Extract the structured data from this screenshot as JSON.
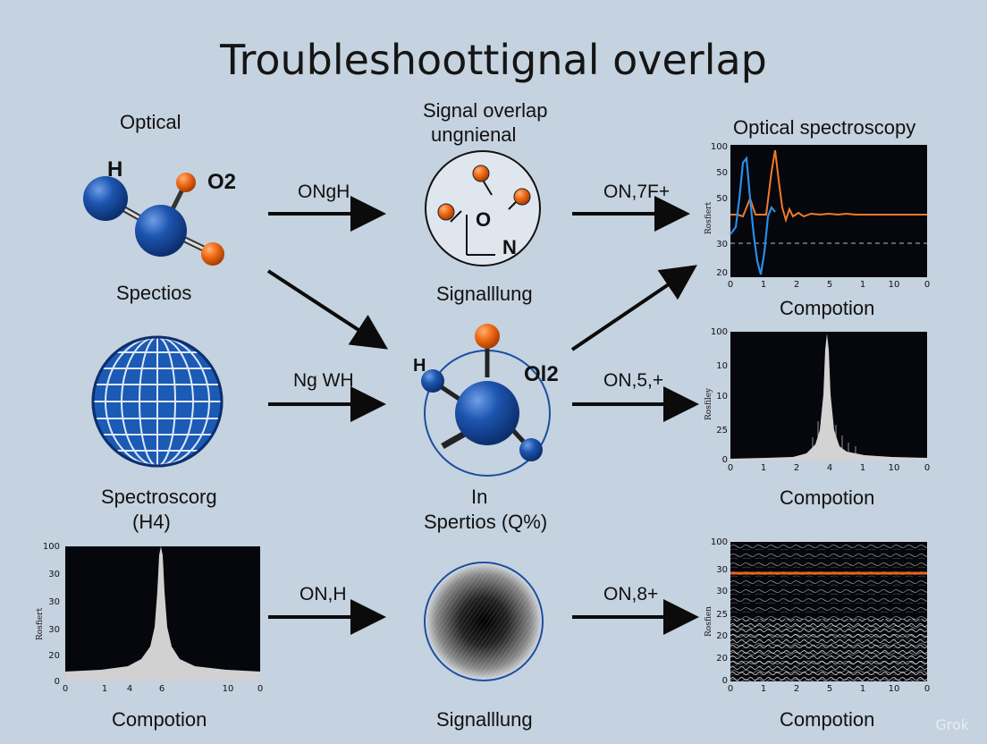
{
  "title": "Troubleshoottignal overlap",
  "labels": {
    "optical": "Optical",
    "spectios": "Spectios",
    "spectroscorg": "Spectroscorg",
    "h4": "(H4)",
    "compotion_bottom_left": "Compotion",
    "signal_overlap_line1": "Signal overlap",
    "signal_overlap_line2": "ungnienal",
    "signallung_top": "Signalllung",
    "in": "In",
    "spertios": "Spertios (Q%)",
    "signallung_bottom": "Signalllung",
    "optical_spectroscopy": "Optical spectroscopy",
    "compotion_r1": "Compotion",
    "compotion_r2": "Compotion",
    "compotion_r3": "Compotion"
  },
  "atoms": {
    "h": "H",
    "o2": "O2",
    "o": "O",
    "n": "N",
    "h_mid": "H",
    "ol2": "Ol2"
  },
  "arrows": {
    "a1": "ONɡH",
    "a2": "ON,7F+",
    "a3": "Nɡ WH",
    "a4": "ON,5,+",
    "a5": "ON,H",
    "a6": "ON,8+"
  },
  "charts": {
    "c1": {
      "ylabel": "Rosfiert",
      "yticks": [
        "100",
        "50",
        "50",
        "30",
        "20"
      ],
      "xticks": [
        "0",
        "1",
        "2",
        "5",
        "1",
        "10",
        "0"
      ]
    },
    "c2": {
      "ylabel": "Rosfiley",
      "yticks": [
        "100",
        "10",
        "10",
        "25",
        "0"
      ],
      "xticks": [
        "0",
        "1",
        "2",
        "4",
        "1",
        "10",
        "0"
      ]
    },
    "c3": {
      "ylabel": "Rosfiert",
      "yticks": [
        "100",
        "30",
        "30",
        "30",
        "20",
        "0"
      ],
      "xticks": [
        "0",
        "1",
        "4",
        "6",
        "10",
        "0"
      ]
    },
    "c4": {
      "ylabel": "Rosfien",
      "yticks": [
        "100",
        "30",
        "30",
        "25",
        "20",
        "20",
        "0"
      ],
      "xticks": [
        "0",
        "1",
        "2",
        "5",
        "1",
        "10",
        "0"
      ]
    }
  },
  "colors": {
    "blue": "#1a4fa0",
    "orange": "#ee6a1a",
    "background": "#c5d2df"
  },
  "watermark": "Grok"
}
